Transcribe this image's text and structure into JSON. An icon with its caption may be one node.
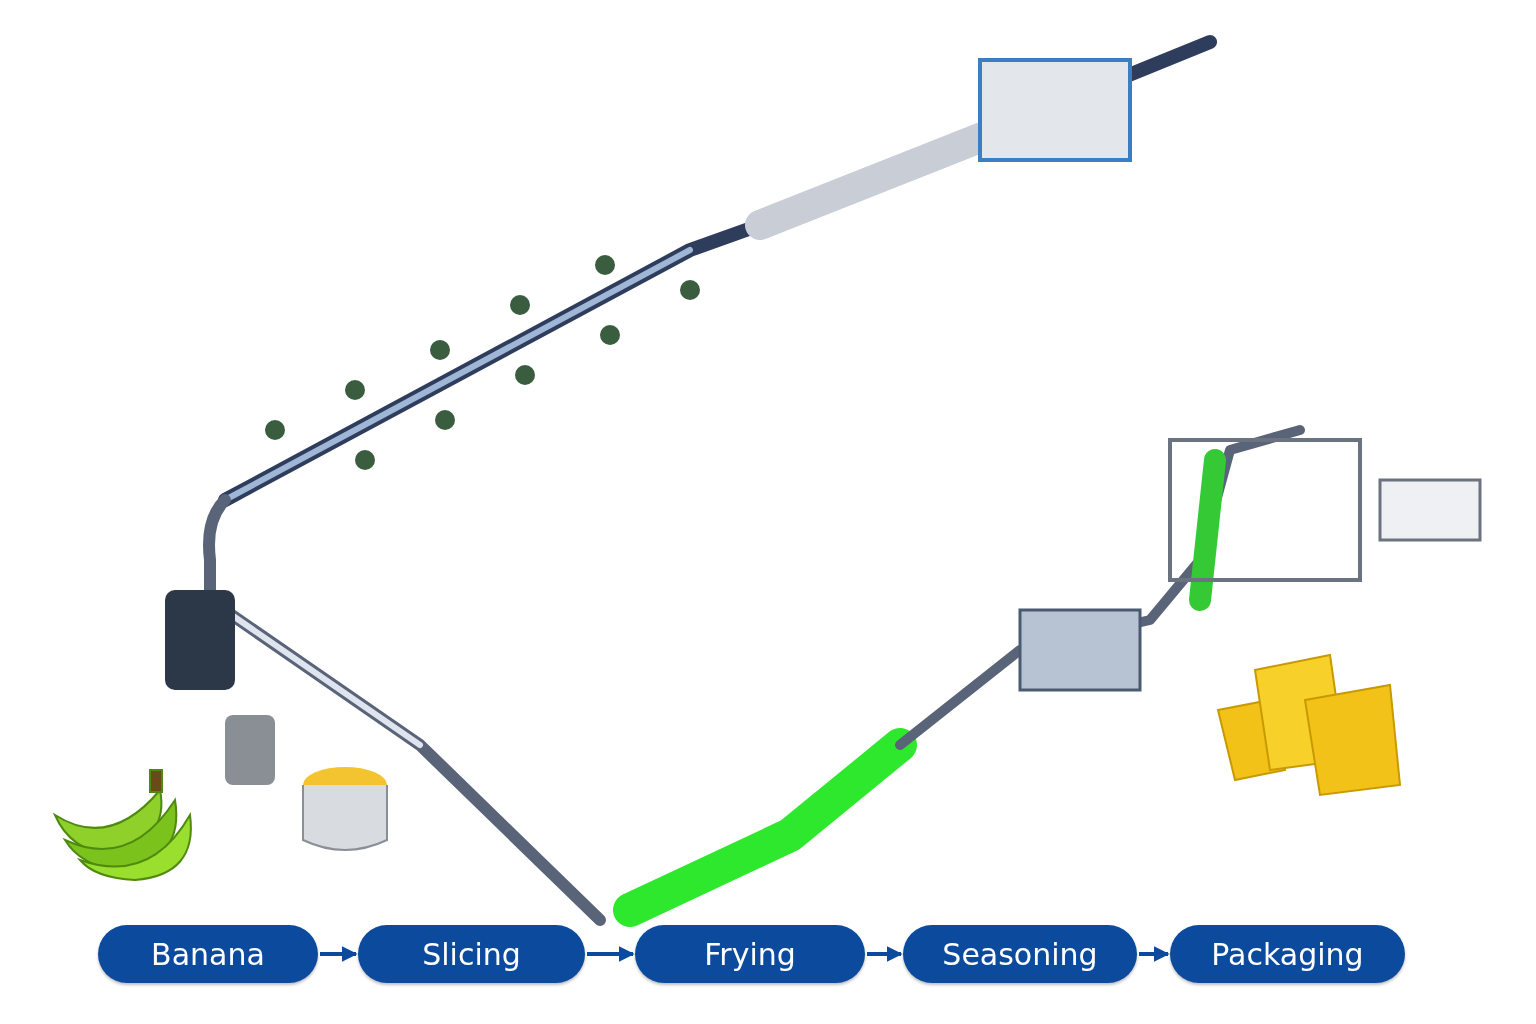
{
  "diagram": {
    "nodes": [
      {
        "text": [
          "Banana"
        ]
      },
      {
        "text": [
          "Slicing"
        ]
      },
      {
        "text": [
          "Frying"
        ]
      },
      {
        "text": [
          "Seasoning"
        ]
      },
      {
        "text": [
          "Packaging"
        ]
      }
    ],
    "edges": [
      {
        "from": 0,
        "to": 1,
        "arrow": "to"
      },
      {
        "from": 1,
        "to": 2,
        "arrow": "to"
      },
      {
        "from": 2,
        "to": 3,
        "arrow": "to"
      },
      {
        "from": 3,
        "to": 4,
        "arrow": "to"
      }
    ]
  }
}
